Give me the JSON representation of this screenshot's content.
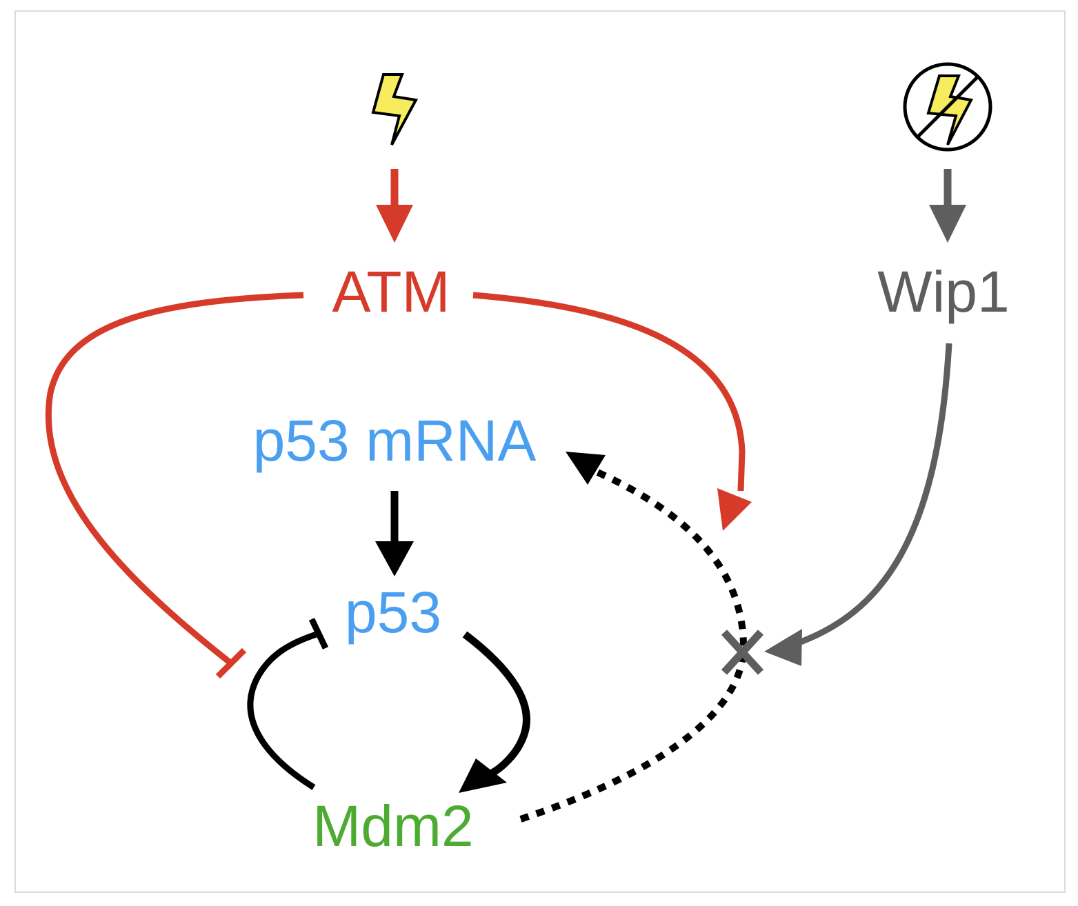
{
  "nodes": {
    "atm": "ATM",
    "wip1": "Wip1",
    "p53_mrna": "p53 mRNA",
    "p53": "p53",
    "mdm2": "Mdm2"
  },
  "icons": {
    "damage": "lightning-bolt-icon",
    "no_damage": "no-lightning-bolt-icon"
  },
  "colors": {
    "atm": "#d63b2a",
    "wip1": "#5e5e5e",
    "p53": "#4a9ff0",
    "mdm2": "#4eab32",
    "bolt_fill": "#f7ec5e",
    "edge_black": "#000000",
    "frame": "#cfcfcf"
  }
}
